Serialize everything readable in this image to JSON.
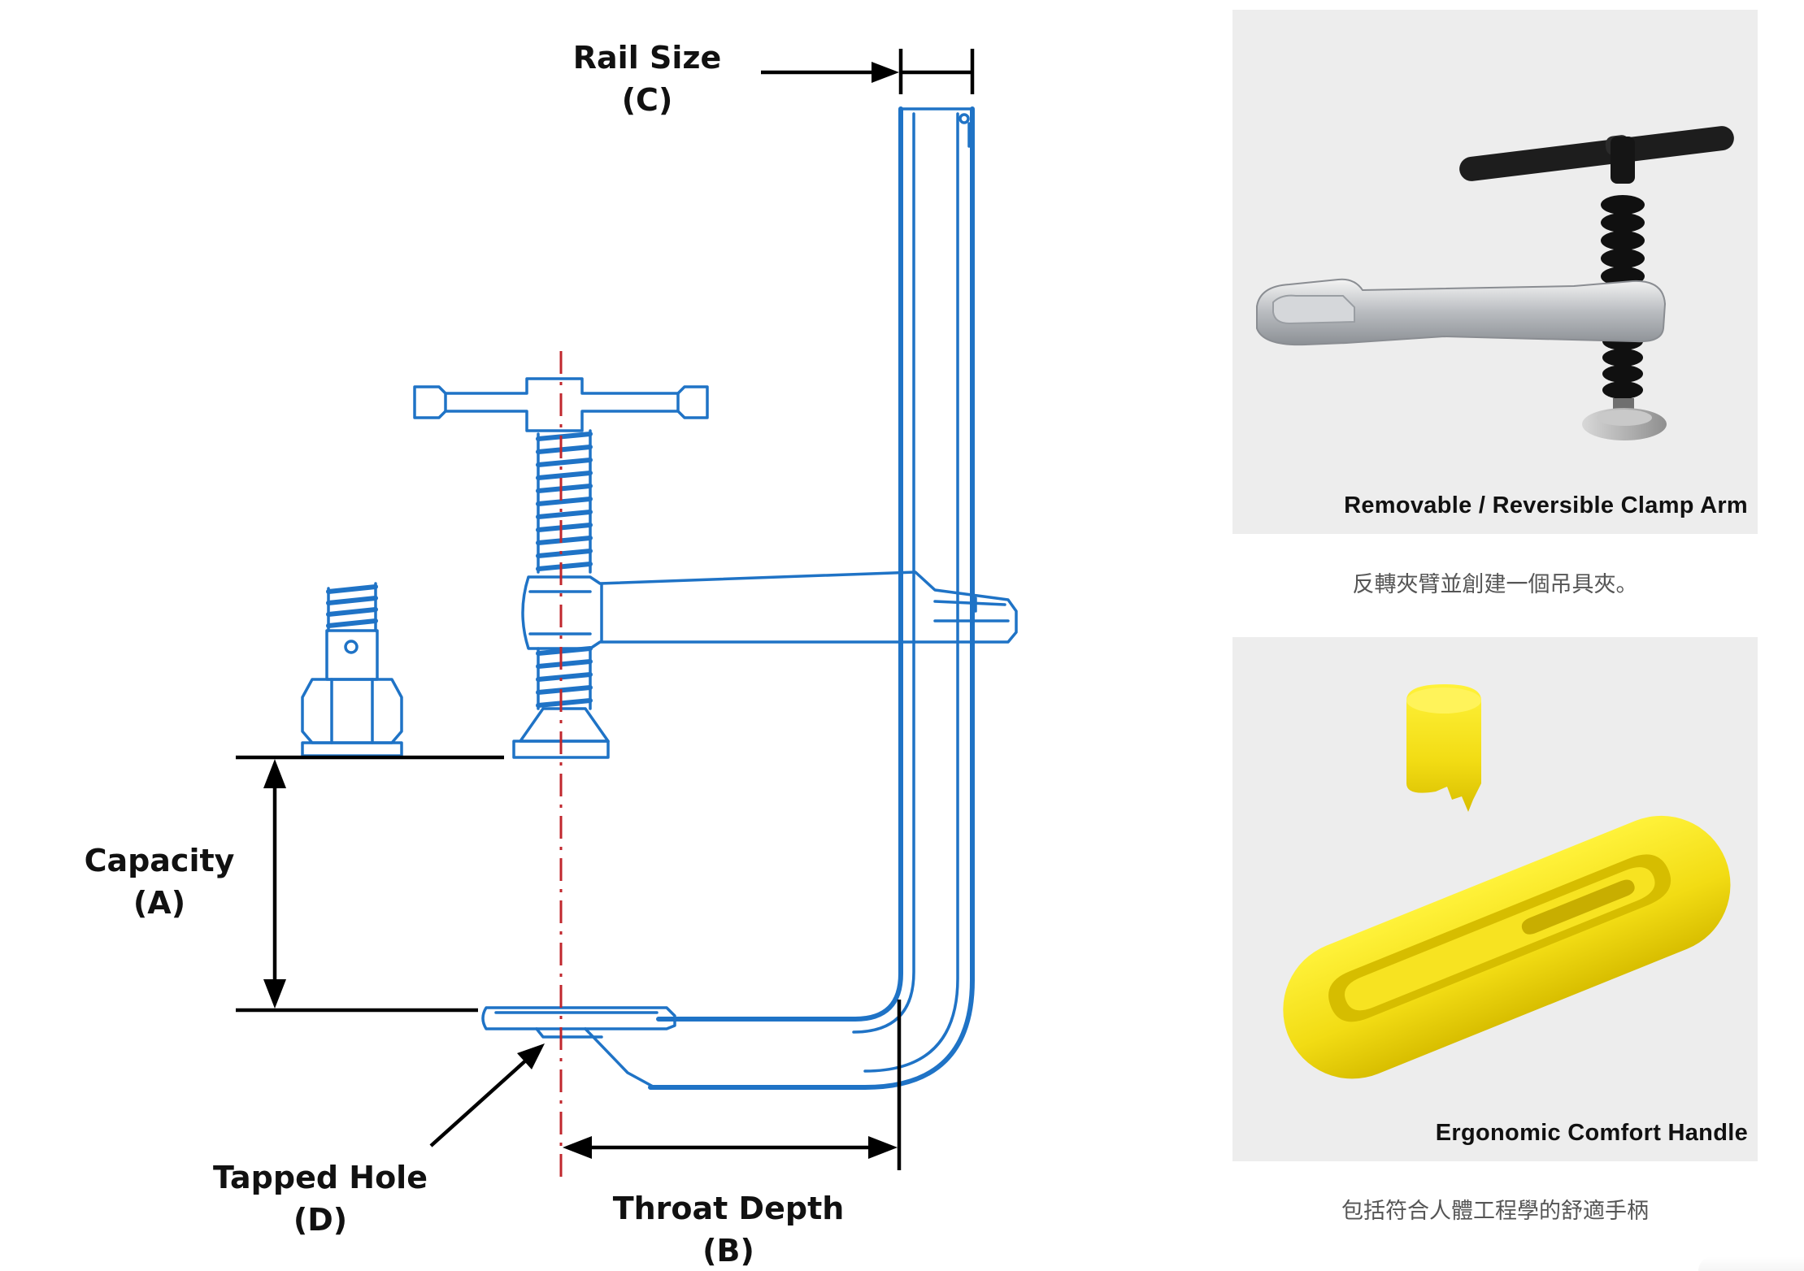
{
  "diagram": {
    "labels": {
      "rail_size": {
        "line1": "Rail Size",
        "line2": "(C)"
      },
      "capacity": {
        "line1": "Capacity",
        "line2": "(A)"
      },
      "tapped_hole": {
        "line1": "Tapped Hole",
        "line2": "(D)"
      },
      "throat_depth": {
        "line1": "Throat Depth",
        "line2": "(B)"
      }
    },
    "colors": {
      "outline": "#1f73c6",
      "centerline": "#c0272d",
      "dimension": "#000000"
    }
  },
  "features": [
    {
      "caption": "Removable / Reversible Clamp Arm",
      "subtext": "反轉夾臂並創建一個吊具夾。",
      "icon": "clamp-arm-photo"
    },
    {
      "caption": "Ergonomic Comfort Handle",
      "subtext": "包括符合人體工程學的舒適手柄",
      "icon": "yellow-handle-photo"
    }
  ]
}
